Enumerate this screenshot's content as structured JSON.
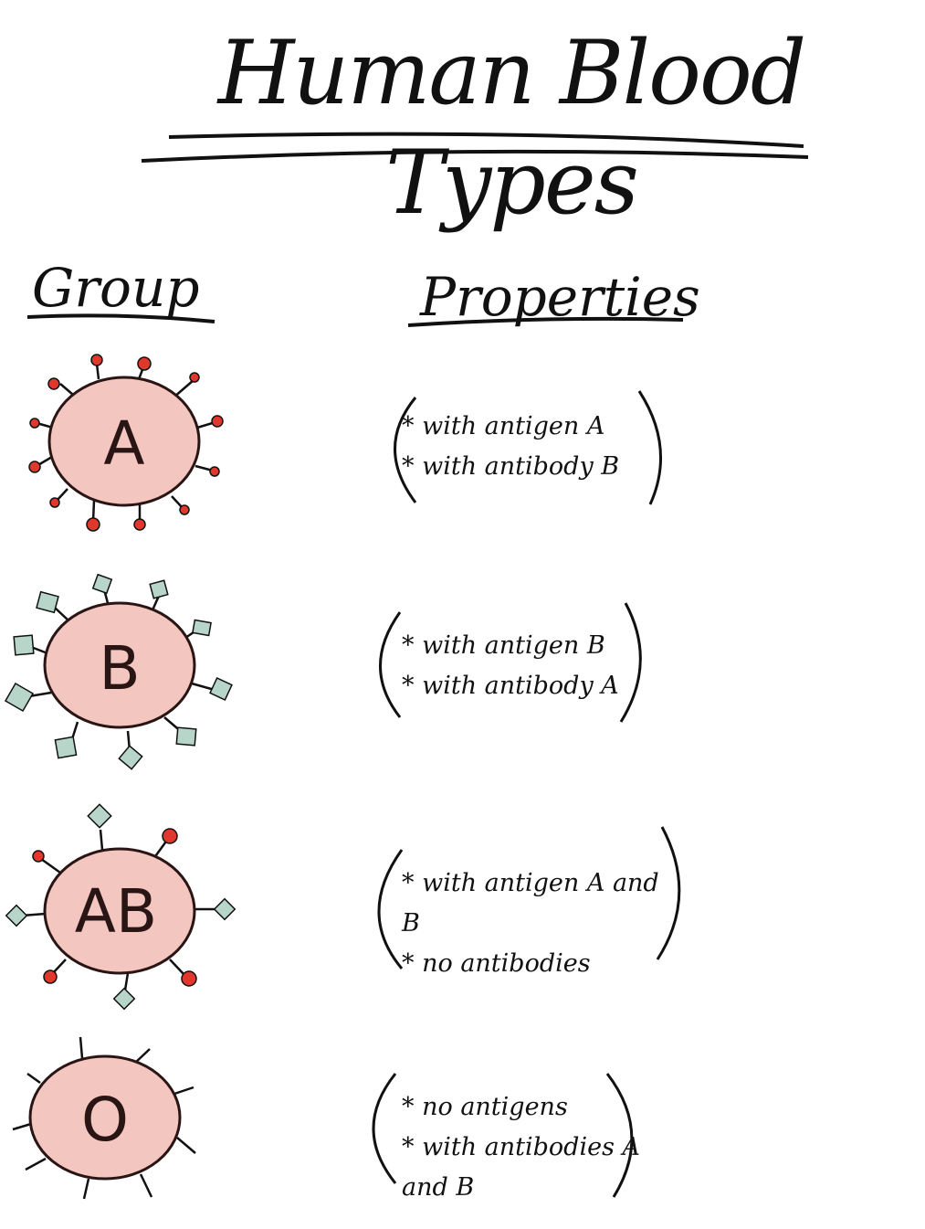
{
  "title": "Human Blood Types",
  "headers": {
    "group": "Group",
    "properties": "Properties"
  },
  "colors": {
    "cell_fill": "#f4c6c0",
    "antigen_a": "#e0382c",
    "antigen_b": "#b7d6c9",
    "ink": "#111111"
  },
  "rows": [
    {
      "group": "A",
      "properties": [
        "with antigen A",
        "with antibody B"
      ]
    },
    {
      "group": "B",
      "properties": [
        "with antigen B",
        "with antibody A"
      ]
    },
    {
      "group": "AB",
      "properties": [
        "with antigen A and B",
        "no antibodies"
      ]
    },
    {
      "group": "O",
      "properties": [
        "no antigens",
        "with antibodies A and B"
      ]
    }
  ]
}
